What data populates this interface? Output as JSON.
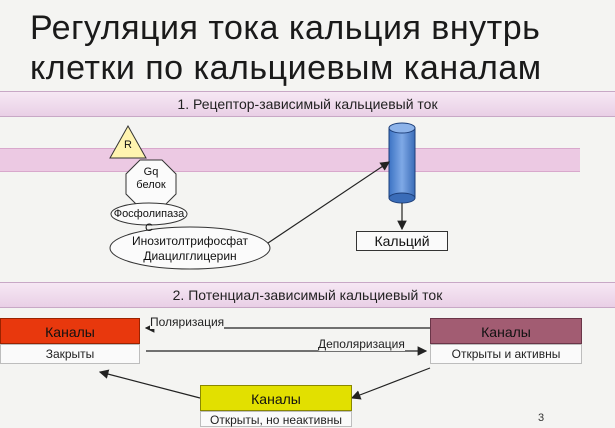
{
  "slide": {
    "title_line1": "Регуляция тока кальция внутрь",
    "title_line2": "клетки по кальциевым каналам",
    "page_number": "3"
  },
  "section1": {
    "heading": "1. Рецептор-зависимый кальциевый ток",
    "receptor": "R",
    "gq_line1": "Gq",
    "gq_line2": "белок",
    "phospholipase": "Фосфолипаза С",
    "messengers_line1": "Инозитолтрифосфат",
    "messengers_line2": "Диацилглицерин",
    "calcium": "Кальций"
  },
  "section2": {
    "heading": "2. Потенциал-зависимый кальциевый ток",
    "channel_closed": {
      "label": "Каналы",
      "status": "Закрыты",
      "color": "#e8380d"
    },
    "channel_open": {
      "label": "Каналы",
      "status": "Открыты  и активны",
      "color": "#a25c72"
    },
    "channel_inactive": {
      "label": "Каналы",
      "status": "Открыты, но неактивны",
      "color": "#e2e000"
    },
    "edge_polarization": "Поляризация",
    "edge_depolarization": "Деполяризация"
  }
}
